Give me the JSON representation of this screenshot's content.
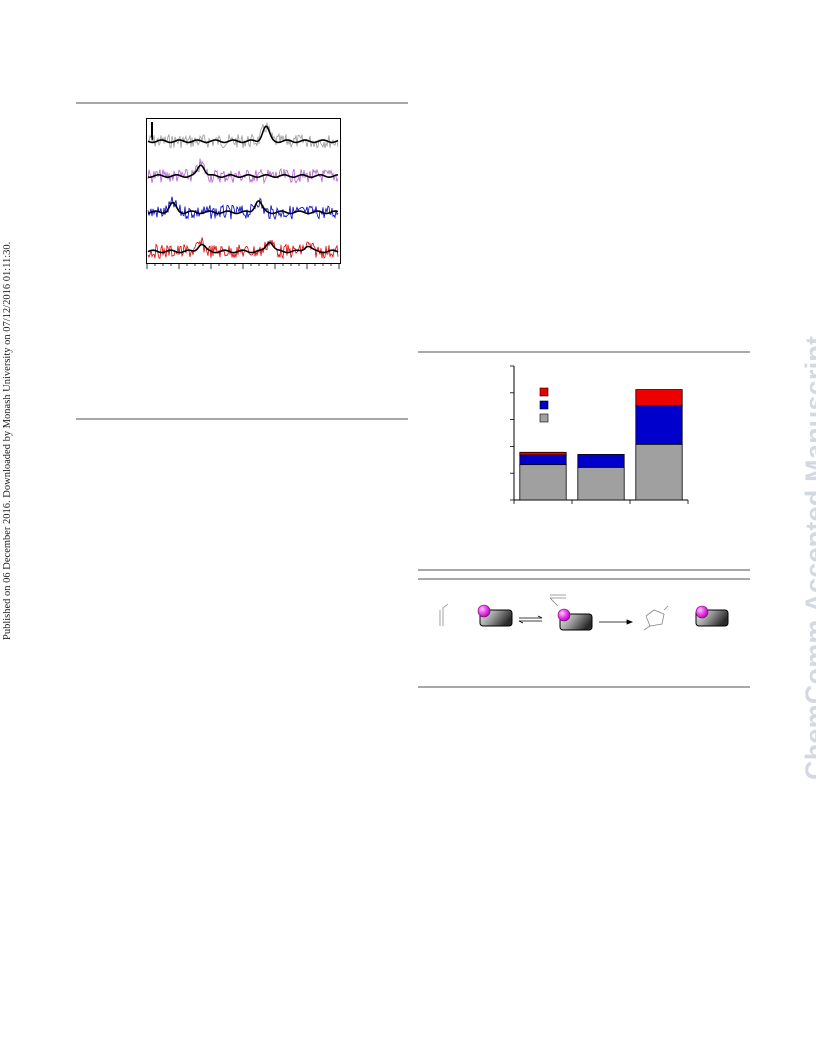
{
  "side_note": "Published on 06 December 2016. Downloaded by Monash University on 07/12/2016 01:11:30.",
  "watermark": "ChemComm Accepted Manuscript",
  "colors": {
    "rule": "#a8a8a8",
    "trace_gray": "#9a9a9a",
    "trace_purple": "#b060d0",
    "trace_blue": "#0000c0",
    "trace_red": "#e00000",
    "fit_line": "#000000",
    "bar_gray": "#a0a0a0",
    "bar_blue": "#0000cc",
    "bar_red": "#ee0000",
    "bead_pink": "#ee44ee"
  },
  "chart_data": [
    {
      "type": "line",
      "description_series": [
        "gray",
        "purple",
        "blue",
        "red"
      ],
      "series": [
        {
          "color": "gray",
          "baseline": 0.84,
          "peaks": [
            {
              "x": 0.62,
              "h": 0.1
            }
          ]
        },
        {
          "color": "purple",
          "baseline": 0.6,
          "peaks": [
            {
              "x": 0.28,
              "h": 0.08
            }
          ]
        },
        {
          "color": "blue",
          "baseline": 0.35,
          "peaks": [
            {
              "x": 0.13,
              "h": 0.06
            },
            {
              "x": 0.58,
              "h": 0.08
            }
          ]
        },
        {
          "color": "red",
          "baseline": 0.08,
          "peaks": [
            {
              "x": 0.28,
              "h": 0.05
            },
            {
              "x": 0.64,
              "h": 0.07
            },
            {
              "x": 0.84,
              "h": 0.04
            }
          ]
        }
      ],
      "x_range": [
        0,
        1
      ],
      "grid": false
    },
    {
      "type": "bar",
      "stacked": true,
      "categories": [
        "",
        "",
        ""
      ],
      "ylim": [
        0,
        5
      ],
      "legend_position": "top-left",
      "series": [
        {
          "color": "gray",
          "values": [
            1.32,
            1.22,
            2.08
          ]
        },
        {
          "color": "blue",
          "values": [
            0.36,
            0.48,
            1.44
          ]
        },
        {
          "color": "red",
          "values": [
            0.1,
            0.0,
            0.6
          ]
        }
      ]
    }
  ]
}
